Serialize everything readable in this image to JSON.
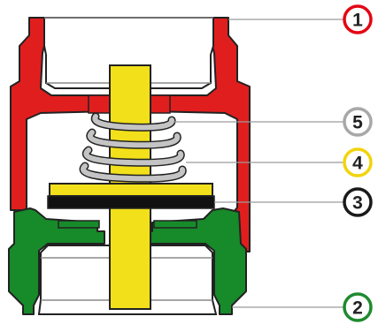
{
  "diagram": {
    "callouts": [
      {
        "number": "1",
        "color": "#e30613"
      },
      {
        "number": "5",
        "color": "#a8a8a8"
      },
      {
        "number": "4",
        "color": "#f2d40c"
      },
      {
        "number": "3",
        "color": "#1a1a1a"
      },
      {
        "number": "2",
        "color": "#1e8a2f"
      }
    ],
    "colors": {
      "housing_top": "#e01e1e",
      "housing_bottom": "#178a2a",
      "stem": "#f2e01a",
      "spring": "#b3b3b3",
      "seal": "#111111",
      "outline": "#222222"
    }
  }
}
